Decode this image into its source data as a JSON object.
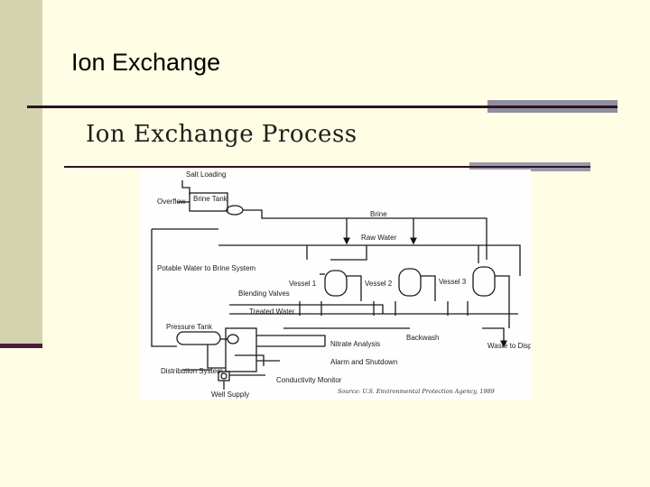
{
  "slide": {
    "title": "Ion Exchange"
  },
  "diagram": {
    "heading": "Ion Exchange Process",
    "labels": {
      "salt_loading": "Salt Loading",
      "overflow": "Overflow",
      "brine_tank": "Brine Tank",
      "brine": "Brine",
      "raw_water": "Raw Water",
      "potable_water": "Potable Water to Brine System",
      "vessel_1": "Vessel 1",
      "vessel_2": "Vessel 2",
      "vessel_3": "Vessel 3",
      "blending_valves": "Blending Valves",
      "treated_water": "Treated Water",
      "pressure_tank": "Pressure Tank",
      "backwash": "Backwash",
      "waste_to_disposal": "Waste to Disposal",
      "nitrate_analysis": "Nitrate Analysis",
      "alarm_shutdown": "Alarm and Shutdown",
      "distribution_system": "Distribution System",
      "conductivity_monitor": "Conductivity Monitor",
      "well_supply": "Well Supply",
      "source": "Source: U.S. Environmental Protection Agency, 1989"
    }
  },
  "colors": {
    "background": "#fffde3",
    "accent_band": "#d4d3b0",
    "rule_dark": "#2e1224",
    "rule_grey": "#8f8fa0"
  }
}
